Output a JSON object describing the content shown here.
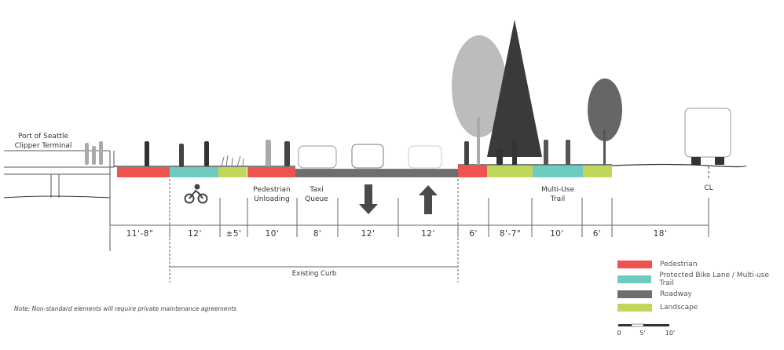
{
  "terminal_label": [
    "Port of Seattle",
    "Clipper Terminal"
  ],
  "zone_labels": {
    "ped_unloading": [
      "Pedestrian",
      "Unloading"
    ],
    "taxi_queue": [
      "Taxi",
      "Queue"
    ],
    "multi_use_trail": [
      "Multi-Use",
      "Trail"
    ],
    "centerline": "CL"
  },
  "dimensions": [
    "11'-8\"",
    "12'",
    "±5'",
    "10'",
    "8'",
    "12'",
    "12'",
    "6'",
    "8'-7\"",
    "10'",
    "6'",
    "18'"
  ],
  "existing_curb_label": "Existing Curb",
  "legend": [
    {
      "label": "Pedestrian",
      "color": "#ef5350"
    },
    {
      "label": "Protected Bike Lane / Multi-use Trail",
      "color": "#6ecbbf"
    },
    {
      "label": "Roadway",
      "color": "#6e6e70"
    },
    {
      "label": "Landscape",
      "color": "#c0d85a"
    }
  ],
  "scale_bar": [
    "0",
    "5'",
    "10'"
  ],
  "note": "Note: Non-standard elements will require private maintenance agreements"
}
